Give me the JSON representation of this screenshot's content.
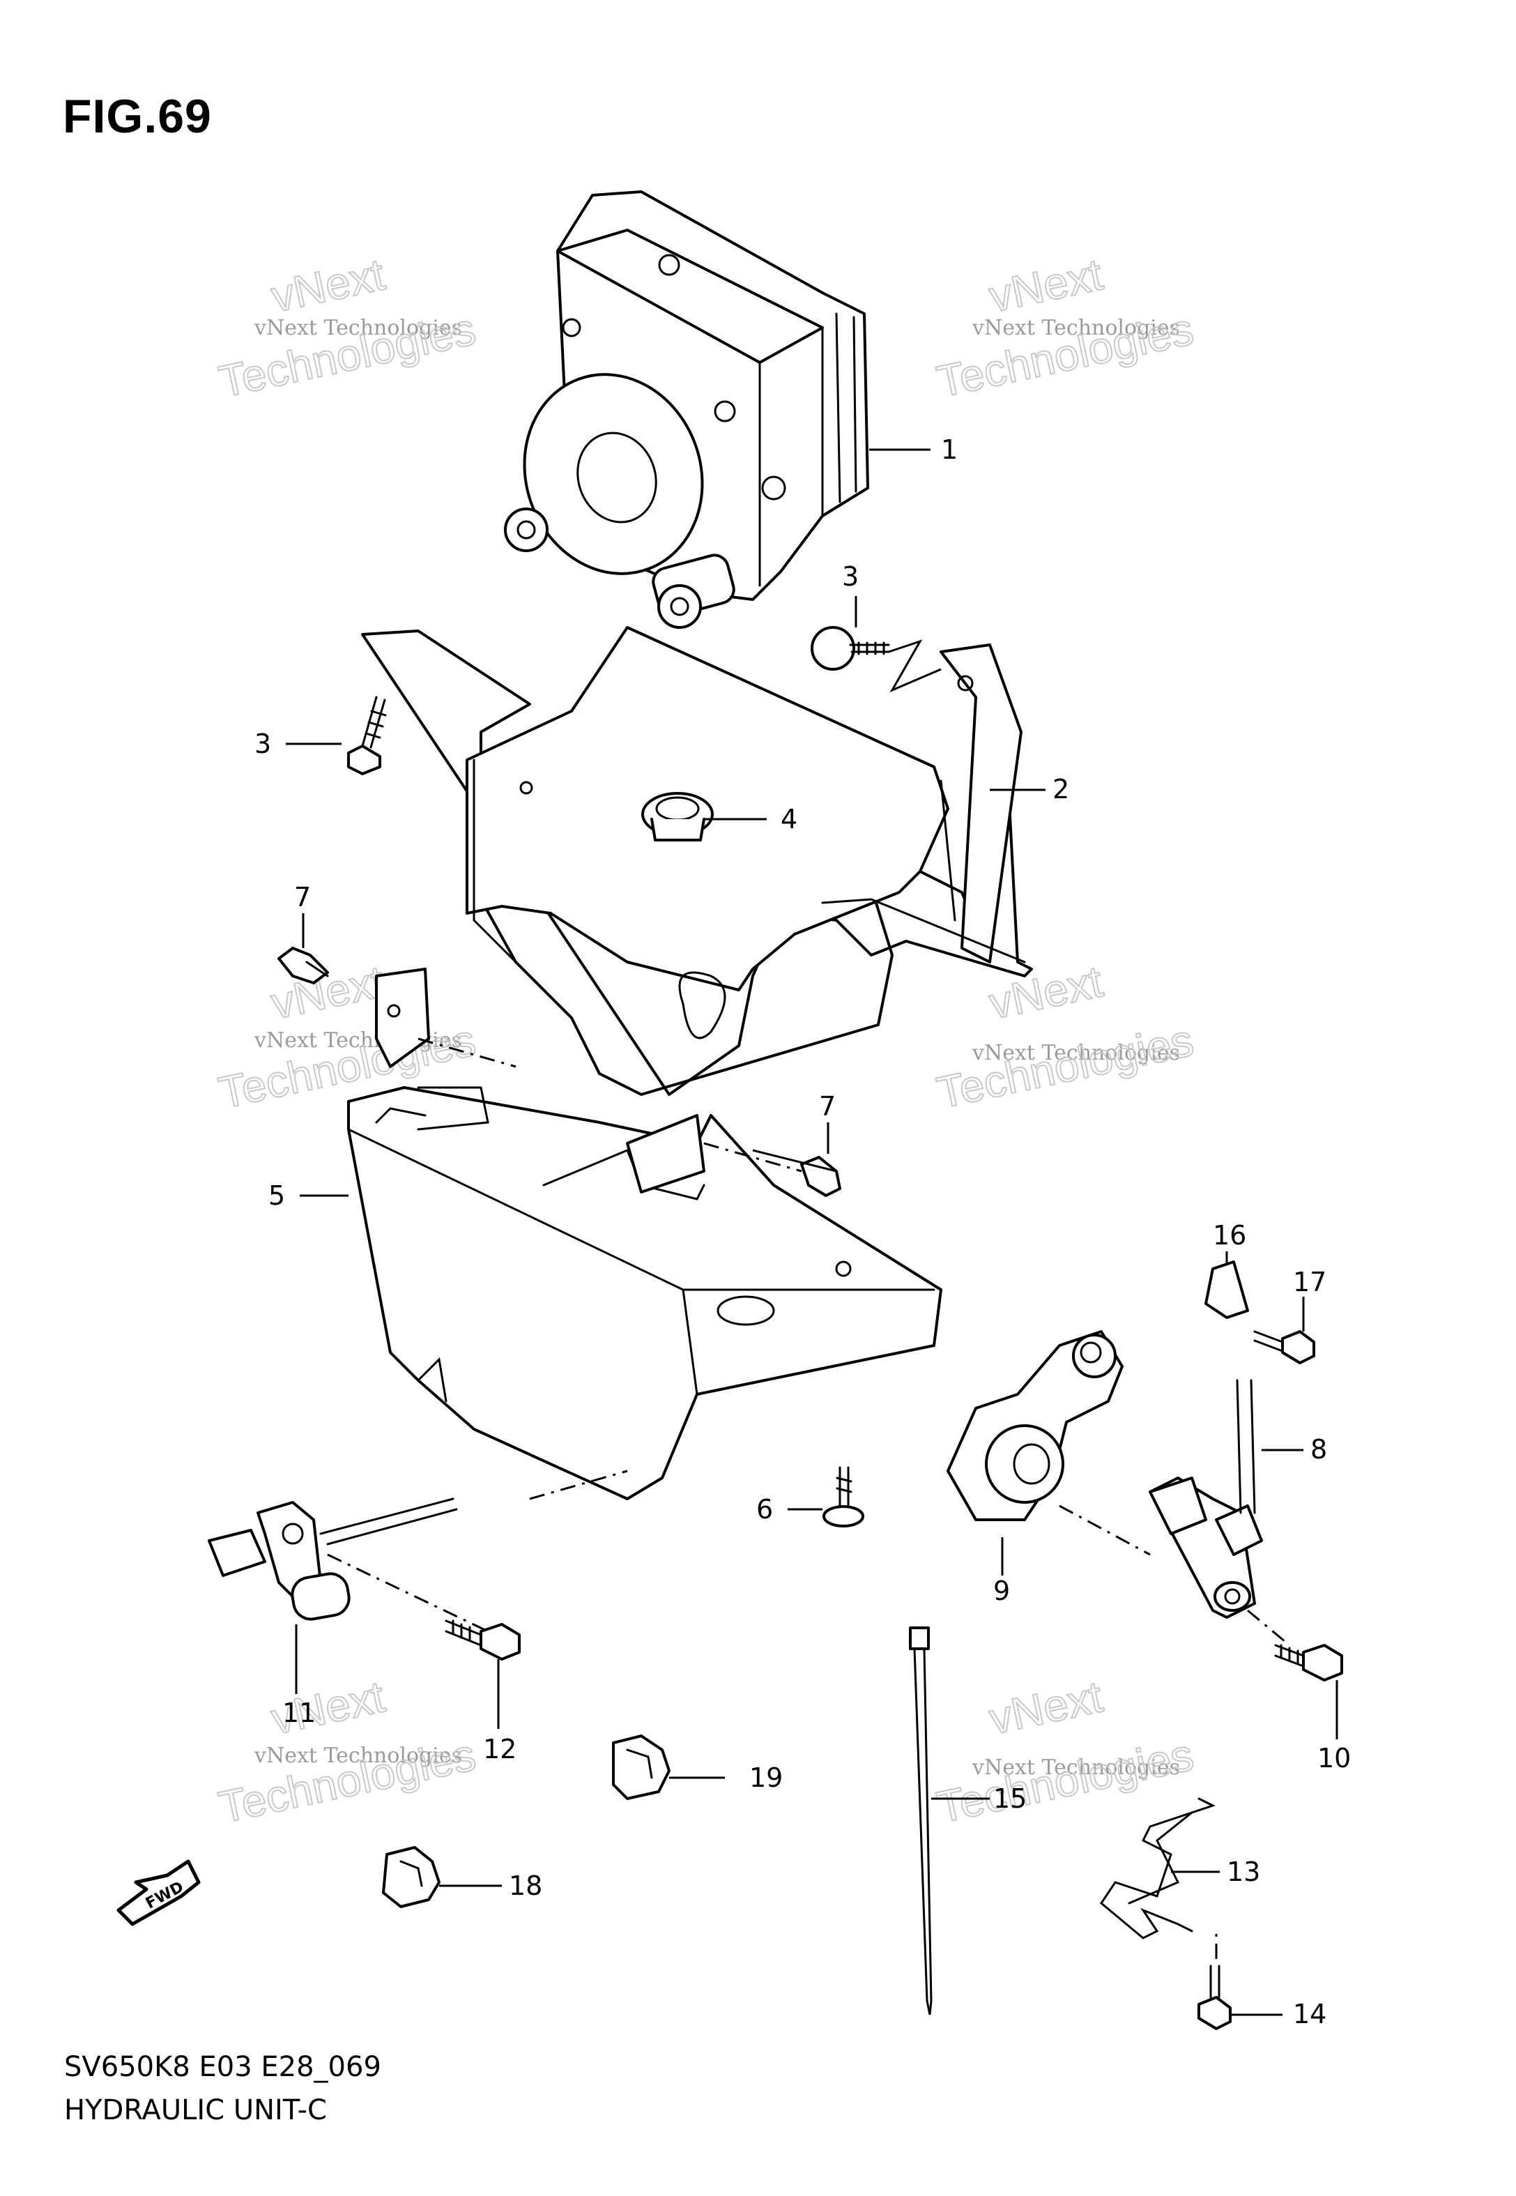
{
  "figure_title": "FIG.69",
  "footer": {
    "model_code": "SV650K8 E03 E28_069",
    "caption": "HYDRAULIC UNIT-C"
  },
  "watermark": {
    "line1": "vNext Technologies",
    "line2": "vNext",
    "line3": "Technologies"
  },
  "fwd_label": "FWD",
  "callouts": [
    {
      "id": "1",
      "label": "1"
    },
    {
      "id": "2",
      "label": "2"
    },
    {
      "id": "3a",
      "label": "3"
    },
    {
      "id": "3b",
      "label": "3"
    },
    {
      "id": "4",
      "label": "4"
    },
    {
      "id": "5",
      "label": "5"
    },
    {
      "id": "6",
      "label": "6"
    },
    {
      "id": "7a",
      "label": "7"
    },
    {
      "id": "7b",
      "label": "7"
    },
    {
      "id": "8",
      "label": "8"
    },
    {
      "id": "9",
      "label": "9"
    },
    {
      "id": "10",
      "label": "10"
    },
    {
      "id": "11",
      "label": "11"
    },
    {
      "id": "12",
      "label": "12"
    },
    {
      "id": "13",
      "label": "13"
    },
    {
      "id": "14",
      "label": "14"
    },
    {
      "id": "15",
      "label": "15"
    },
    {
      "id": "16",
      "label": "16"
    },
    {
      "id": "17",
      "label": "17"
    },
    {
      "id": "18",
      "label": "18"
    },
    {
      "id": "19",
      "label": "19"
    }
  ]
}
